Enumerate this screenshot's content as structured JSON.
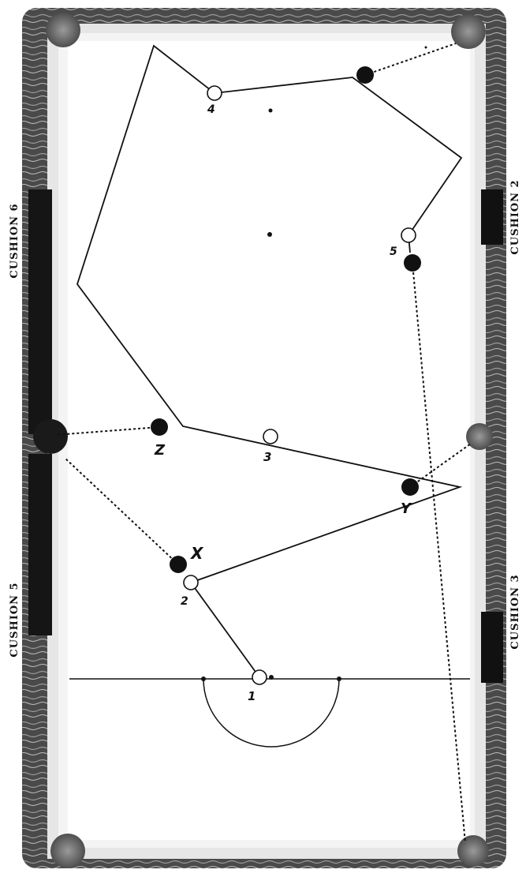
{
  "cushions": {
    "c6": "CUSHION 6",
    "c2": "CUSHION 2",
    "c5": "CUSHION 5",
    "c3": "CUSHION 3"
  },
  "balls": {
    "b1": "1",
    "b2": "2",
    "b3": "3",
    "b4": "4",
    "b5": "5",
    "x": "X",
    "y": "Y",
    "z": "Z"
  }
}
